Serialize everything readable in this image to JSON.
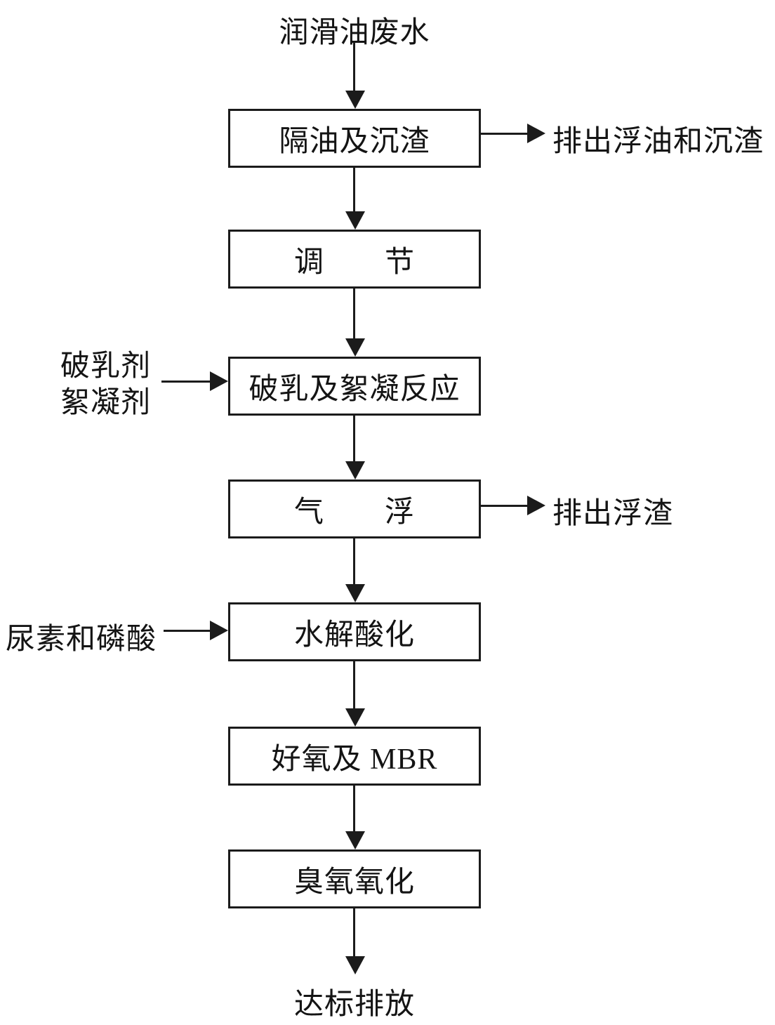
{
  "colors": {
    "line": "#1b1b1b",
    "background": "#ffffff",
    "text": "#141414"
  },
  "flowchart": {
    "source_label": "润滑油废水",
    "boxes": [
      {
        "name": "oil-separation-sedimentation",
        "label": "隔油及沉渣"
      },
      {
        "name": "regulation",
        "label": "调　　节"
      },
      {
        "name": "demulsification-flocculation",
        "label": "破乳及絮凝反应"
      },
      {
        "name": "air-flotation",
        "label": "气　　浮"
      },
      {
        "name": "hydrolysis-acidification",
        "label": "水解酸化"
      },
      {
        "name": "aerobic-mbr",
        "label": "好氧及 MBR"
      },
      {
        "name": "ozone-oxidation",
        "label": "臭氧氧化"
      }
    ],
    "side_outputs": [
      {
        "from": "隔油及沉渣",
        "label": "排出浮油和沉渣"
      },
      {
        "from": "气浮",
        "label": "排出浮渣"
      }
    ],
    "side_inputs": [
      {
        "to": "破乳及絮凝反应",
        "label": "破乳剂\n絮凝剂"
      },
      {
        "to": "水解酸化",
        "label": "尿素和磷酸"
      }
    ],
    "sink_label": "达标排放",
    "edges": [
      {
        "from": "润滑油废水",
        "to": "隔油及沉渣"
      },
      {
        "from": "隔油及沉渣",
        "to": "调节"
      },
      {
        "from": "隔油及沉渣",
        "to": "排出浮油和沉渣"
      },
      {
        "from": "调节",
        "to": "破乳及絮凝反应"
      },
      {
        "from": "破乳剂絮凝剂",
        "to": "破乳及絮凝反应"
      },
      {
        "from": "破乳及絮凝反应",
        "to": "气浮"
      },
      {
        "from": "气浮",
        "to": "排出浮渣"
      },
      {
        "from": "气浮",
        "to": "水解酸化"
      },
      {
        "from": "尿素和磷酸",
        "to": "水解酸化"
      },
      {
        "from": "水解酸化",
        "to": "好氧及MBR"
      },
      {
        "from": "好氧及MBR",
        "to": "臭氧氧化"
      },
      {
        "from": "臭氧氧化",
        "to": "达标排放"
      }
    ]
  }
}
